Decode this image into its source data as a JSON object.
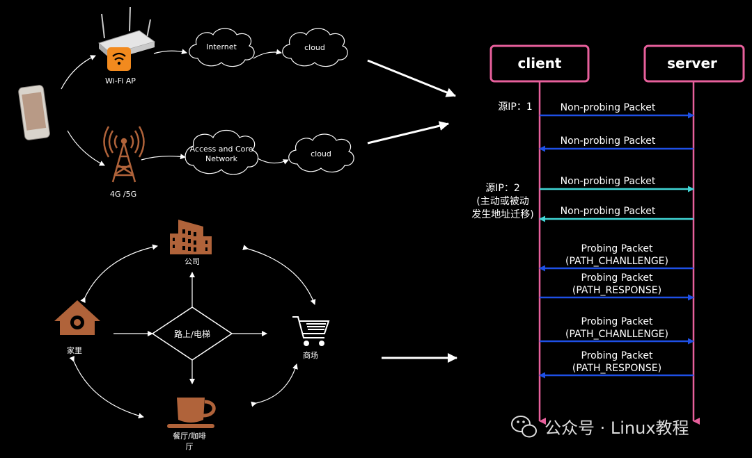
{
  "network": {
    "wifi_label": "Wi-Fi AP",
    "cell_label": "4G /5G",
    "cloud_internet": "Internet",
    "cloud1": "cloud",
    "cloud_access_line1": "Access and Core",
    "cloud_access_line2": "Network",
    "cloud2": "cloud"
  },
  "scenes": {
    "office": "公司",
    "home": "家里",
    "center": "路上/电梯",
    "mall": "商场",
    "cafe_line1": "餐厅/咖啡",
    "cafe_line2": "厅"
  },
  "sequence": {
    "client": "client",
    "server": "server",
    "note1": "源IP：1",
    "note2_line1": "源IP：2",
    "note2_line2": "(主动或被动",
    "note2_line3": "发生地址迁移)",
    "messages": [
      {
        "line1": "Non-probing Packet",
        "line2": "",
        "dir": "right",
        "color": "#1e50e6"
      },
      {
        "line1": "Non-probing Packet",
        "line2": "",
        "dir": "left",
        "color": "#1e50e6"
      },
      {
        "line1": "Non-probing Packet",
        "line2": "",
        "dir": "right",
        "color": "#40d6d6"
      },
      {
        "line1": "Non-probing Packet",
        "line2": "",
        "dir": "left",
        "color": "#40d6d6"
      },
      {
        "line1": "Probing Packet",
        "line2": "(PATH_CHANLLENGE)",
        "dir": "left",
        "color": "#1e50e6"
      },
      {
        "line1": "Probing Packet",
        "line2": "(PATH_RESPONSE)",
        "dir": "right",
        "color": "#1e50e6"
      },
      {
        "line1": "Probing Packet",
        "line2": "(PATH_CHANLLENGE)",
        "dir": "right",
        "color": "#1e50e6"
      },
      {
        "line1": "Probing Packet",
        "line2": "(PATH_RESPONSE)",
        "dir": "left",
        "color": "#1e50e6"
      }
    ]
  },
  "watermark": "公众号 · Linux教程",
  "colors": {
    "lifeline": "#e8609c",
    "box_border": "#e8609c",
    "icon_brown": "#b0633a",
    "wifi_orange": "#f28a1e"
  }
}
